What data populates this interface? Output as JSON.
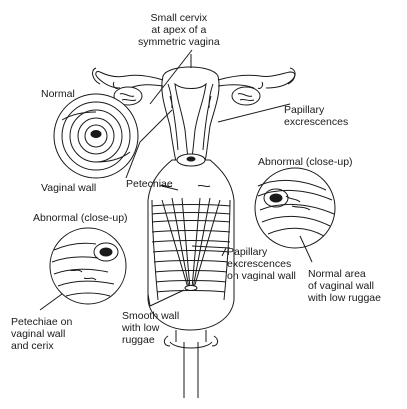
{
  "labels": {
    "small_cervix": "Small cervix\nat apex of a\nsymmetric vagina",
    "normal": "Normal",
    "papillary_excrescences": "Papillary\nexcrescences",
    "abnormal_closeup_right": "Abnormal (close-up)",
    "petechiae": "Petechiae",
    "vaginal_wall": "Vaginal wall",
    "abnormal_closeup_left": "Abnormal (close-up)",
    "papillary_on_wall": "Papillary\nexcrescences\non vaginal wall",
    "normal_area": "Normal area\nof vaginal wall\nwith low ruggae",
    "petechiae_on_wall": "Petechiae on\nvaginal wall\nand cerix",
    "smooth_wall": "Smooth wall\nwith low\nruggae"
  },
  "colors": {
    "line": "#1a1a1a",
    "fill": "#ffffff",
    "shade": "#cfcfcf"
  }
}
